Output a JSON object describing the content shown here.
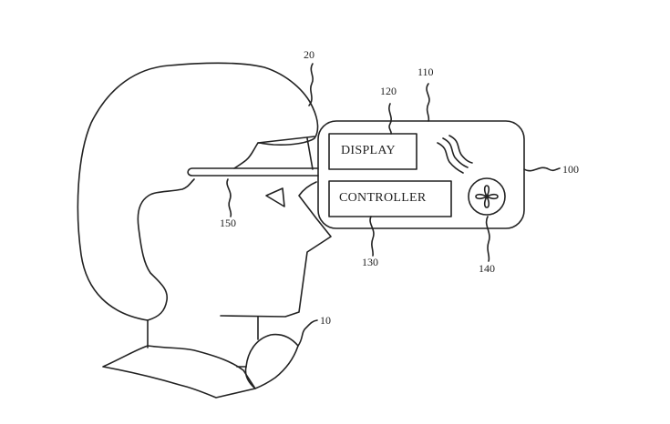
{
  "figure": {
    "components": {
      "display_label": "DISPLAY",
      "controller_label": "CONTROLLER"
    },
    "reference_numerals": {
      "user_device": "10",
      "head": "20",
      "headset": "100",
      "housing": "110",
      "display": "120",
      "controller": "130",
      "fan": "140",
      "arm": "150"
    }
  }
}
